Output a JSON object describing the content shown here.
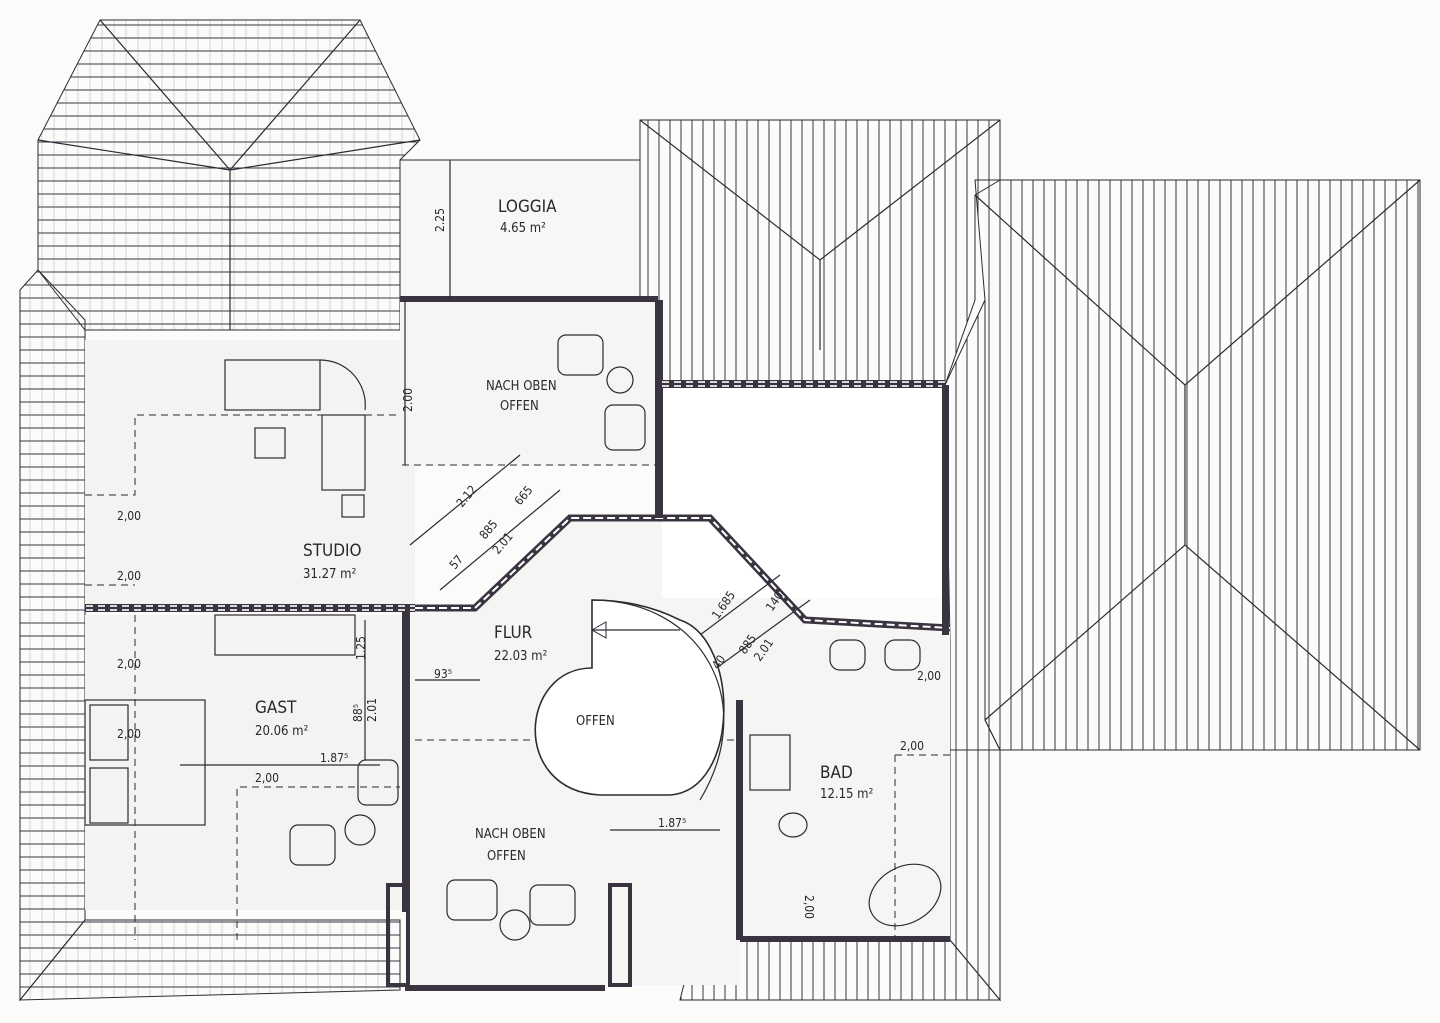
{
  "rooms": {
    "loggia": {
      "name": "LOGGIA",
      "area": "4.65 m²"
    },
    "void_top": {
      "line1": "NACH OBEN",
      "line2": "OFFEN"
    },
    "studio": {
      "name": "STUDIO",
      "area": "31.27 m²"
    },
    "gast": {
      "name": "GAST",
      "area": "20.06 m²"
    },
    "flur": {
      "name": "FLUR",
      "area": "22.03 m²"
    },
    "stair": {
      "name": "OFFEN"
    },
    "void_bottom": {
      "line1": "NACH OBEN",
      "line2": "OFFEN"
    },
    "bad": {
      "name": "BAD",
      "area": "12.15 m²"
    }
  },
  "dimensions": {
    "loggia_depth": "2.25",
    "void_top_depth": "2.00",
    "studio_h1": "2,00",
    "studio_h2": "2,00",
    "gast_h1": "2,00",
    "gast_h2": "2,00",
    "gast_h3": "2,00",
    "diag_a_total": "2.12",
    "diag_a_665": "665",
    "diag_a_885": "885",
    "diag_a_201": "2.01",
    "diag_a_57": "57",
    "diag_b_1685": "1.685",
    "diag_b_140": "140",
    "diag_b_885": "885",
    "diag_b_201": "2.01",
    "diag_b_40": "40",
    "flur_935": "93⁵",
    "gast_125": "1.25",
    "gast_885": "88⁵",
    "gast_201": "2.01",
    "gast_1875": "1.87⁵",
    "stair_1875": "1.87⁵",
    "bad_h1": "2,00",
    "bad_h2": "2,00",
    "bad_v": "2,00"
  },
  "colors": {
    "line": "#2e2a33",
    "paper": "#fbfbfa",
    "wall": "#3a3340"
  }
}
